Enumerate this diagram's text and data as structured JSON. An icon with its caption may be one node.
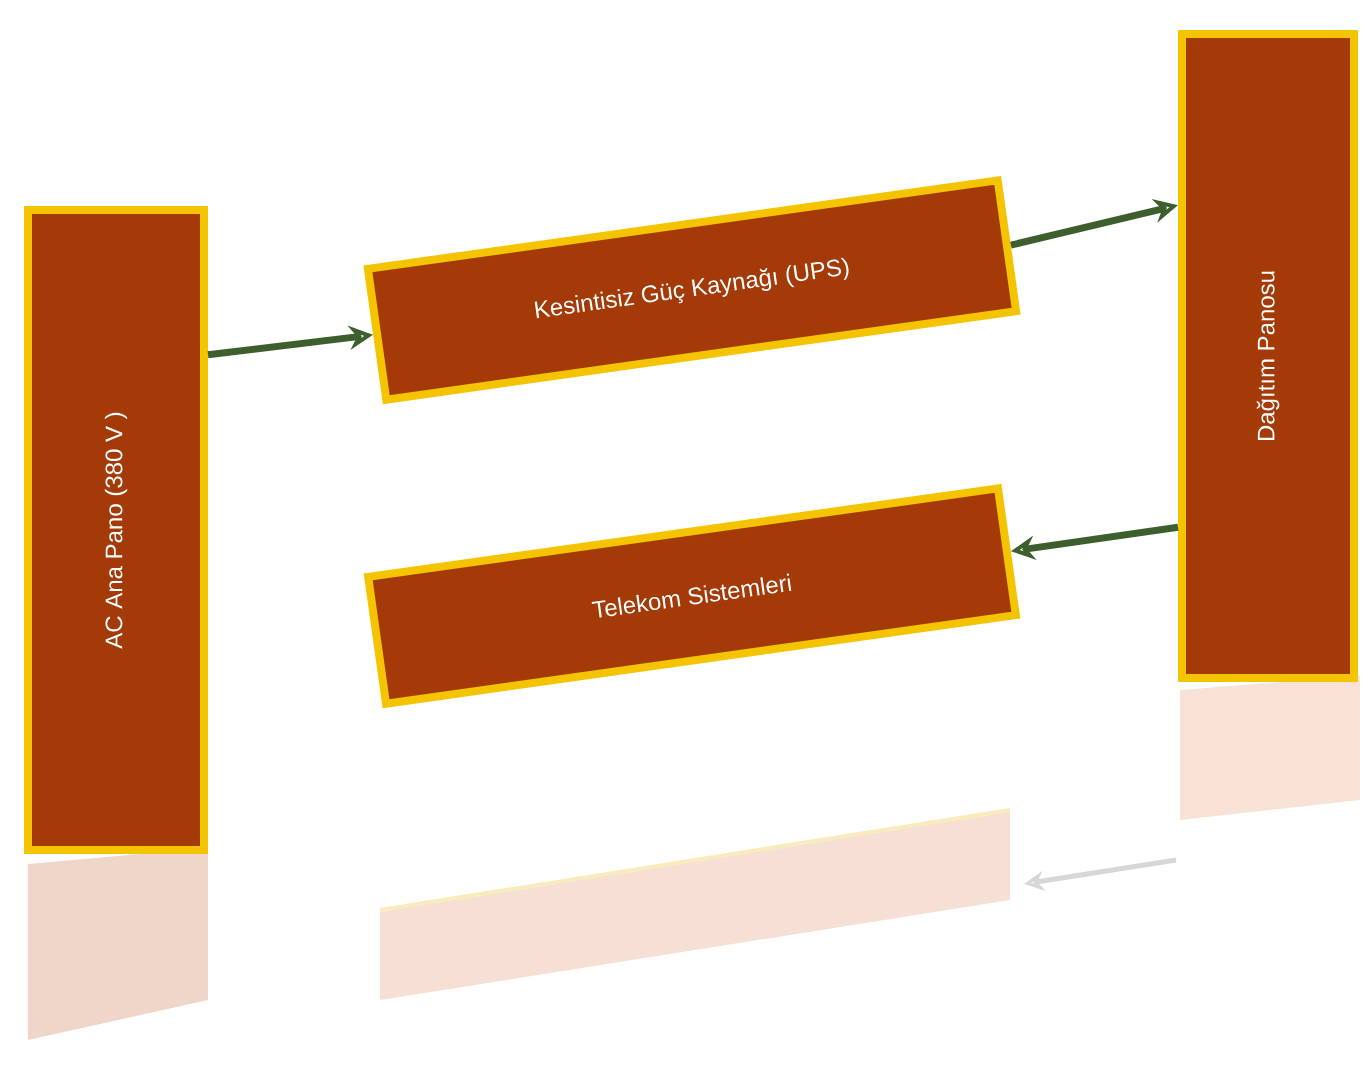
{
  "diagram": {
    "nodes": [
      {
        "text": [
          "AC Ana Pano (380 V )"
        ]
      },
      {
        "text": [
          "Kesintisiz Güç Kaynağı (UPS)"
        ]
      },
      {
        "text": [
          "Dağıtım Panosu"
        ]
      },
      {
        "text": [
          "Telekom Sistemleri"
        ]
      }
    ],
    "edges": [
      {
        "from": 0,
        "to": 1,
        "arrow": "to"
      },
      {
        "from": 1,
        "to": 2,
        "arrow": "to"
      },
      {
        "from": 2,
        "to": 3,
        "arrow": "to"
      }
    ]
  }
}
